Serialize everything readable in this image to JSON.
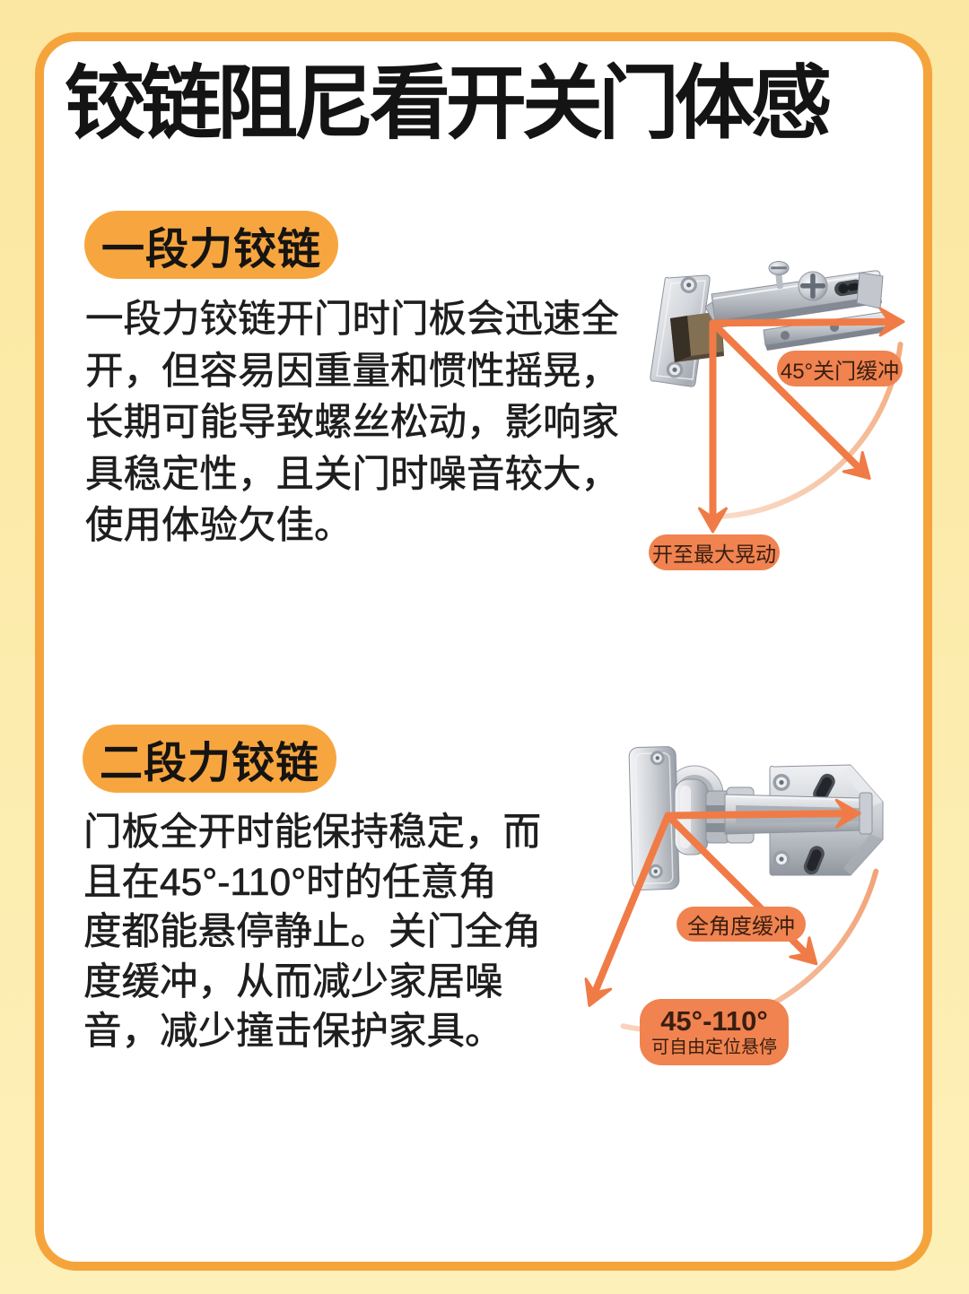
{
  "title": "铰链阻尼看开关门体感",
  "colors": {
    "bg_top": "#FBE7A1",
    "bg_bottom": "#FDF0B8",
    "card_bg": "#FFFFFF",
    "card_border": "#F5A43C",
    "badge_bg": "#F7A63F",
    "title_color": "#141414",
    "text_color": "#1E1E1E",
    "arrow": "#F07B46",
    "callout_bg": "#F08350",
    "callout_text": "#3A1E10"
  },
  "sections": [
    {
      "badge": "一段力铰链",
      "body": "一段力铰链开门时门板会迅速全开，但容易因重量和惯性摇晃，长期可能导致螺丝松动，影响家具稳定性，且关门时噪音较大，使用体验欠佳。",
      "body_lines": [
        "一段力铰链开门时门板会迅速全",
        "开，但容易因重量和惯性摇晃，",
        "长期可能导致螺丝松动，影响家",
        "具稳定性，且关门时噪音较大，",
        "使用体验欠佳。"
      ],
      "callouts": [
        "45°关门缓冲",
        "开至最大晃动"
      ]
    },
    {
      "badge": "二段力铰链",
      "body": "门板全开时能保持稳定，而且在45°-110°时的任意角度都能悬停静止。关门全角度缓冲，从而减少家居噪音，减少撞击保护家具。",
      "body_lines": [
        "门板全开时能保持稳定，而",
        "且在45°-110°时的任意角",
        "度都能悬停静止。关门全角",
        "度缓冲，从而减少家居噪",
        "音，减少撞击保护家具。"
      ],
      "callouts": [
        "全角度缓冲",
        "45°-110°",
        "可自由定位悬停"
      ]
    }
  ]
}
